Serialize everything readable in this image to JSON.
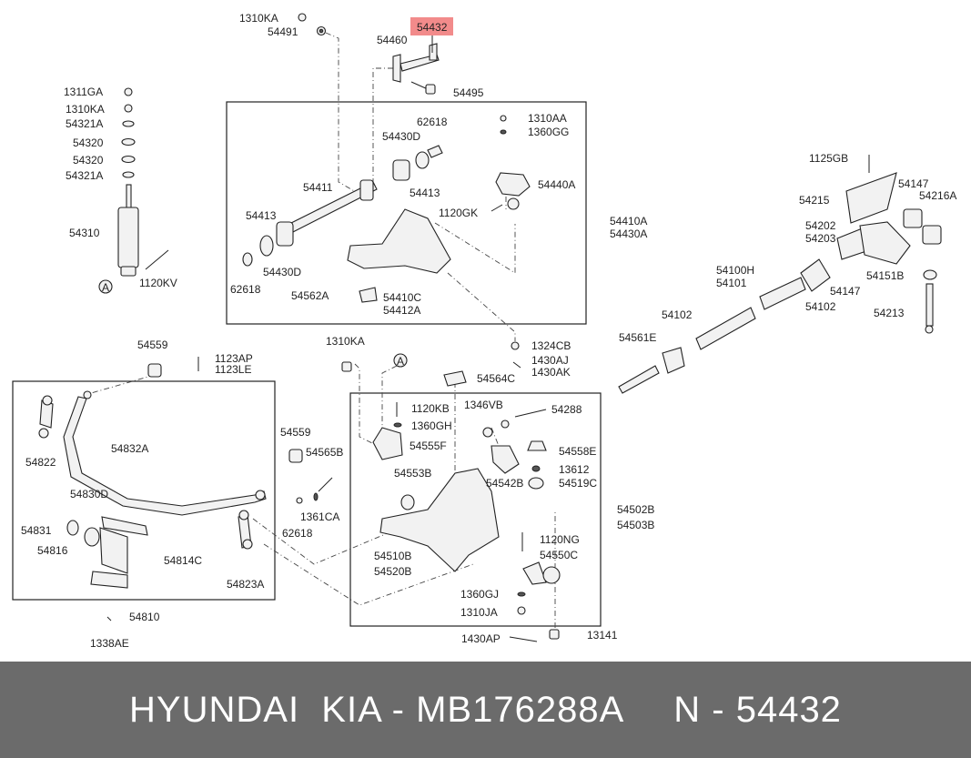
{
  "labels": {
    "p1310KA_a": "1310KA",
    "p54491": "54491",
    "p54460": "54460",
    "p54432": "54432",
    "p54495": "54495",
    "p1311GA": "1311GA",
    "p1310KA_b": "1310KA",
    "p54321A_a": "54321A",
    "p54320_a": "54320",
    "p54320_b": "54320",
    "p54321A_b": "54321A",
    "p54310": "54310",
    "p1120KV": "1120KV",
    "circleA1": "A",
    "p62618_a": "62618",
    "p1310AA": "1310AA",
    "p1360GG": "1360GG",
    "p54430D_a": "54430D",
    "p54411": "54411",
    "p54413_a": "54413",
    "p54440A": "54440A",
    "p1120GK": "1120GK",
    "p54413_b": "54413",
    "p54430D_b": "54430D",
    "p62618_b": "62618",
    "p54562A": "54562A",
    "p54410C": "54410C",
    "p54412A": "54412A",
    "p54410A": "54410A",
    "p54430A": "54430A",
    "p1125GB": "1125GB",
    "p54215": "54215",
    "p54147_a": "54147",
    "p54216A": "54216A",
    "p54202": "54202",
    "p54203": "54203",
    "p54100H": "54100H",
    "p54101": "54101",
    "p54151B": "54151B",
    "p54147_b": "54147",
    "p54102_a": "54102",
    "p54213": "54213",
    "p54102_b": "54102",
    "p54561E": "54561E",
    "p1324CB": "1324CB",
    "p1430AJ": "1430AJ",
    "p1430AK": "1430AK",
    "p54559_a": "54559",
    "p1123AP": "1123AP",
    "p1123LE": "1123LE",
    "p1310KA_c": "1310KA",
    "circleA2": "A",
    "p54564C": "54564C",
    "p1346VB": "1346VB",
    "p54288": "54288",
    "p1120KB": "1120KB",
    "p1360GH": "1360GH",
    "p54555F": "54555F",
    "p54558E": "54558E",
    "p13612": "13612",
    "p54519C": "54519C",
    "p54542B": "54542B",
    "p54553B": "54553B",
    "p54822": "54822",
    "p54832A": "54832A",
    "p54559_b": "54559",
    "p54565B": "54565B",
    "p54830D": "54830D",
    "p54831": "54831",
    "p54816": "54816",
    "p54814C": "54814C",
    "p1361CA": "1361CA",
    "p62618_c": "62618",
    "p54823A": "54823A",
    "p54502B": "54502B",
    "p54503B": "54503B",
    "p1120NG": "1120NG",
    "p54550C": "54550C",
    "p54510B": "54510B",
    "p54520B": "54520B",
    "p1360GJ": "1360GJ",
    "p1310JA": "1310JA",
    "p54810": "54810",
    "p1338AE": "1338AE",
    "p1430AP": "1430AP",
    "p13141": "13141"
  },
  "highlight": {
    "label": "54432",
    "color": "#f28b8b"
  },
  "footer": {
    "brand": "HYUNDAI  KIA - MB176288A",
    "part": "N - 54432",
    "background": "#6b6b6b",
    "text_color": "#ffffff"
  }
}
